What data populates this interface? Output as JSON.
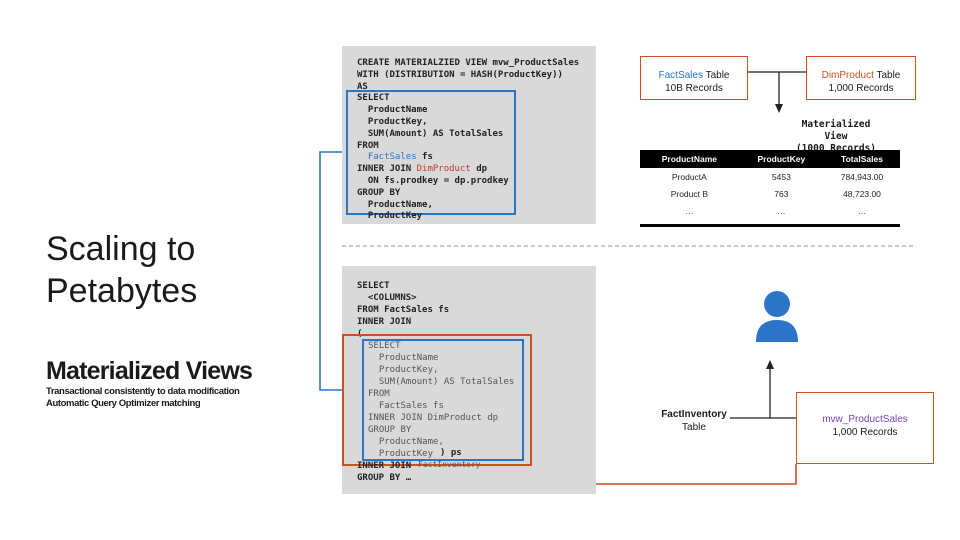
{
  "slide": {
    "title_line1": "Scaling to",
    "title_line2": "Petabytes",
    "subtitle": "Materialized Views",
    "notes": [
      "Transactional consistently to data modification",
      "Automatic Query Optimizer matching"
    ]
  },
  "code_top": {
    "lines": [
      "CREATE MATERIALZIED VIEW mvw_ProductSales",
      "WITH (DISTRIBUTION = HASH(ProductKey))",
      "AS",
      "SELECT",
      "  ProductName",
      "  ProductKey,",
      "  SUM(Amount) AS TotalSales",
      "FROM"
    ],
    "from_table": "FactSales",
    "from_alias": " fs",
    "join_kw": "INNER JOIN ",
    "join_table": "DimProduct",
    "join_alias": " dp",
    "tail": [
      "  ON fs.prodkey = dp.prodkey",
      "GROUP BY",
      "  ProductName,",
      "  ProductKey"
    ]
  },
  "code_bottom": {
    "head": [
      "SELECT",
      "  <COLUMNS>",
      "FROM FactSales fs",
      "INNER JOIN",
      "("
    ],
    "inner": [
      "SELECT",
      "  ProductName",
      "  ProductKey,",
      "  SUM(Amount) AS TotalSales",
      "FROM",
      "  FactSales fs",
      "INNER JOIN DimProduct dp",
      "GROUP BY",
      "  ProductName,",
      "  ProductKey"
    ],
    "inner_close": ") ps",
    "join_hidden": "FactInventory",
    "tail_join": "INNER JOIN",
    "tail_group": "GROUP BY …"
  },
  "top_diagram": {
    "factsales_name": "FactSales",
    "factsales_suffix": " Table",
    "factsales_records": "10B Records",
    "dimproduct_name": "DimProduct",
    "dimproduct_suffix": " Table",
    "dimproduct_records": "1,000 Records",
    "mv_label_line1": "Materialized View",
    "mv_label_line2": "(1000 Records)",
    "mv_headers": [
      "ProductName",
      "ProductKey",
      "TotalSales"
    ],
    "mv_rows": [
      [
        "ProductA",
        "5453",
        "784,943.00"
      ],
      [
        "Product B",
        "763",
        "48,723.00"
      ],
      [
        "…",
        "…",
        "…"
      ]
    ]
  },
  "bottom_diagram": {
    "factinventory_name": "FactInventory",
    "factinventory_suffix": "Table",
    "mvw_name": "mvw_ProductSales",
    "mvw_records": "1,000 Records"
  },
  "colors": {
    "accent_blue": "#2b74c7",
    "accent_orange": "#c8531f",
    "code_bg": "#d9d9d9"
  }
}
